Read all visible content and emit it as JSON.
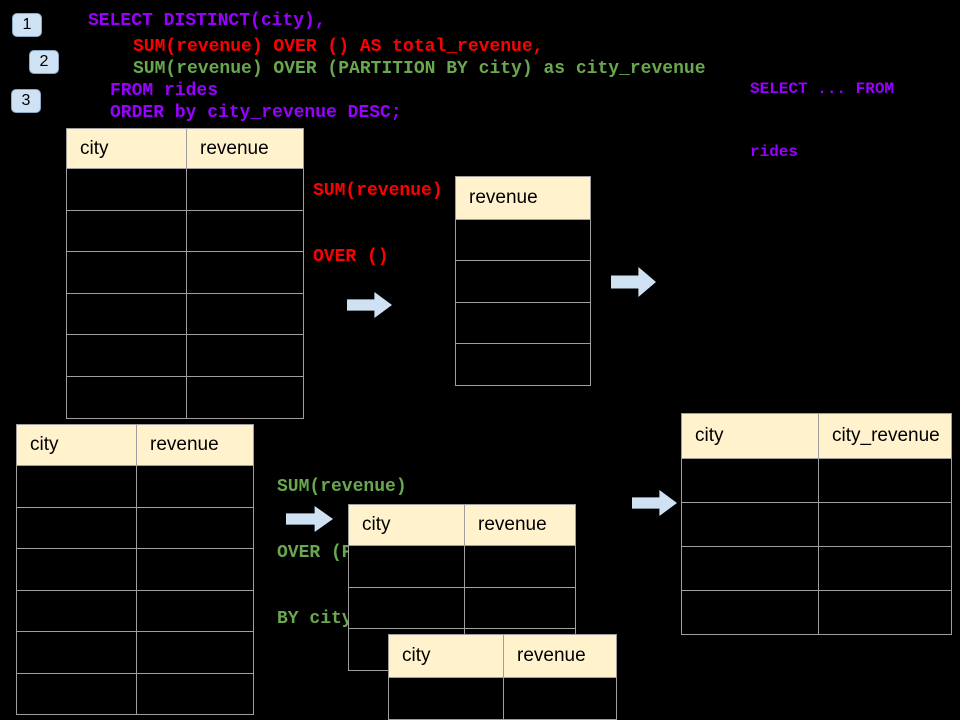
{
  "colors": {
    "bg": "#000000",
    "purple": "#9900ff",
    "red": "#ff0000",
    "green": "#6aa84f",
    "header-fill": "#fff2cc",
    "table-border": "#9e9e9e",
    "accent-blue": "#cfe2f3",
    "header-text": "#000000"
  },
  "badges": [
    {
      "label": "1"
    },
    {
      "label": "2"
    },
    {
      "label": "3"
    }
  ],
  "sql": {
    "lines": [
      {
        "text": "SELECT DISTINCT(city),",
        "color": "purple"
      },
      {
        "text": "SUM(revenue) OVER () AS total_revenue,",
        "color": "red"
      },
      {
        "text": "SUM(revenue) OVER (PARTITION BY city) as city_revenue",
        "color": "green"
      },
      {
        "text": "FROM rides",
        "color": "purple"
      },
      {
        "text": "ORDER by city_revenue DESC;",
        "color": "purple"
      }
    ]
  },
  "side_note": {
    "color": "purple",
    "lines": [
      "SELECT ... FROM",
      "rides"
    ]
  },
  "annotations": {
    "total_revenue": {
      "color": "red",
      "lines": [
        "SUM(revenue)",
        "OVER ()"
      ]
    },
    "partition": {
      "color": "green",
      "lines": [
        "SUM(revenue)",
        "OVER (PARTITION",
        "BY city)"
      ]
    }
  },
  "tables": {
    "source_top": {
      "headers": [
        "city",
        "revenue"
      ],
      "empty_rows": 6
    },
    "total_revenue": {
      "headers": [
        "revenue"
      ],
      "empty_rows": 4
    },
    "source_bottom": {
      "headers": [
        "city",
        "revenue"
      ],
      "empty_rows": 6
    },
    "partition_input": {
      "headers": [
        "city",
        "revenue"
      ],
      "empty_rows": 3
    },
    "partition_overlay": {
      "headers": [
        "city",
        "revenue"
      ],
      "empty_rows": 1
    },
    "result": {
      "headers": [
        "city",
        "city_revenue"
      ],
      "empty_rows": 4
    }
  }
}
